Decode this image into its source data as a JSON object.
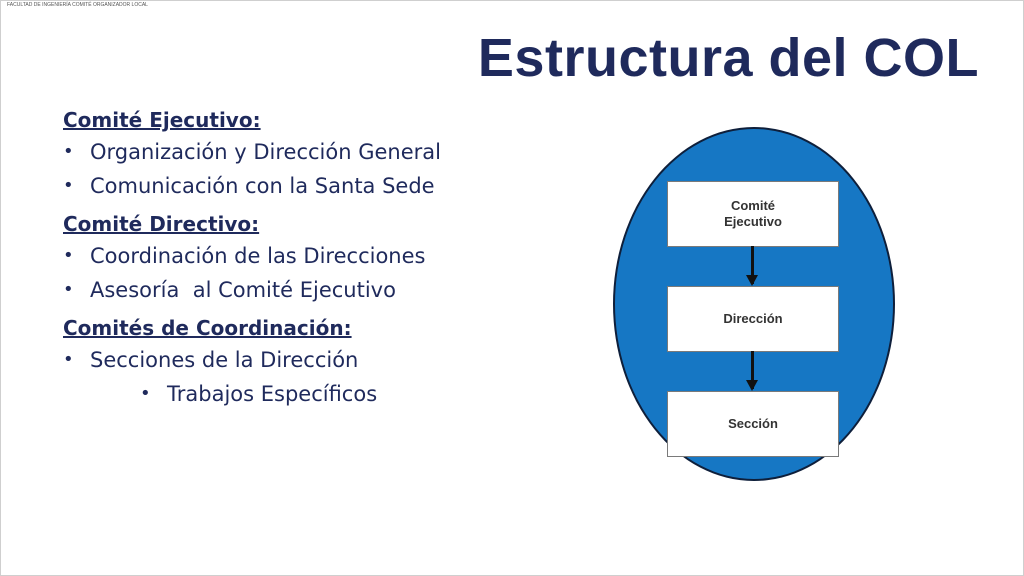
{
  "header_note": "FACULTAD DE INGENIERÍA COMITÉ ORGANIZADOR LOCAL",
  "title": "Estructura del COL",
  "sections": [
    {
      "heading": "Comité Ejecutivo:",
      "items": [
        "Organización y Dirección General",
        "Comunicación con la Santa Sede"
      ]
    },
    {
      "heading": "Comité Directivo:",
      "items": [
        "Coordinación de las Direcciones",
        "Asesoría  al Comité Ejecutivo"
      ]
    },
    {
      "heading": "Comités de Coordinación:",
      "items": [
        "Secciones de la Dirección",
        "Trabajos Específicos"
      ]
    }
  ],
  "bullet_glyph": "•",
  "diagram": {
    "boxes": [
      "Comité\nEjecutivo",
      "Dirección",
      "Sección"
    ]
  },
  "colors": {
    "title": "#1f2a5c",
    "oval": "#1677c4"
  }
}
